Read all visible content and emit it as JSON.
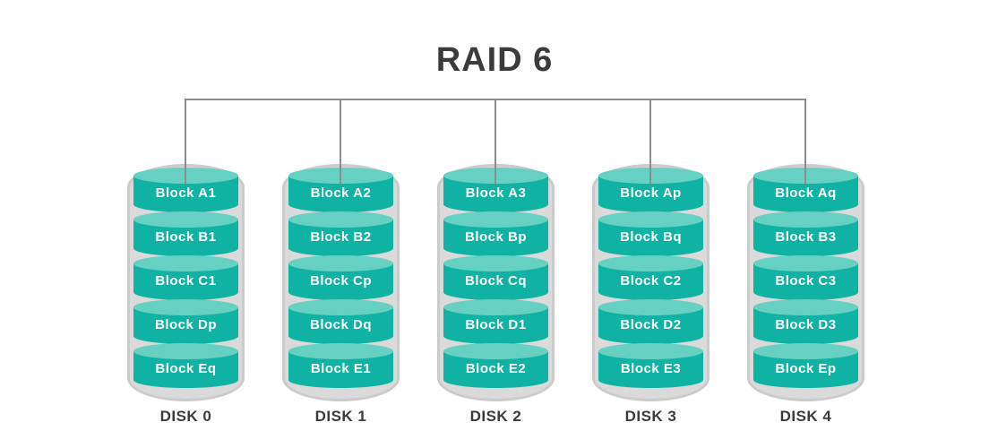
{
  "title": "RAID 6",
  "colors": {
    "block_body": "#10b3a3",
    "block_top": "#66d0c2",
    "shell_bg": "#dadada",
    "shell_border": "#cbcbcb",
    "line": "#8c8c8c",
    "text_dark": "#3b3b3b",
    "block_label": "#ffffff",
    "bg": "#ffffff"
  },
  "disks": [
    {
      "label": "DISK 0",
      "blocks": [
        "Block A1",
        "Block B1",
        "Block C1",
        "Block Dp",
        "Block Eq"
      ]
    },
    {
      "label": "DISK 1",
      "blocks": [
        "Block A2",
        "Block B2",
        "Block Cp",
        "Block Dq",
        "Block E1"
      ]
    },
    {
      "label": "DISK 2",
      "blocks": [
        "Block A3",
        "Block Bp",
        "Block Cq",
        "Block D1",
        "Block E2"
      ]
    },
    {
      "label": "DISK 3",
      "blocks": [
        "Block Ap",
        "Block Bq",
        "Block C2",
        "Block D2",
        "Block E3"
      ]
    },
    {
      "label": "DISK 4",
      "blocks": [
        "Block Aq",
        "Block B3",
        "Block C3",
        "Block D3",
        "Block Ep"
      ]
    }
  ]
}
